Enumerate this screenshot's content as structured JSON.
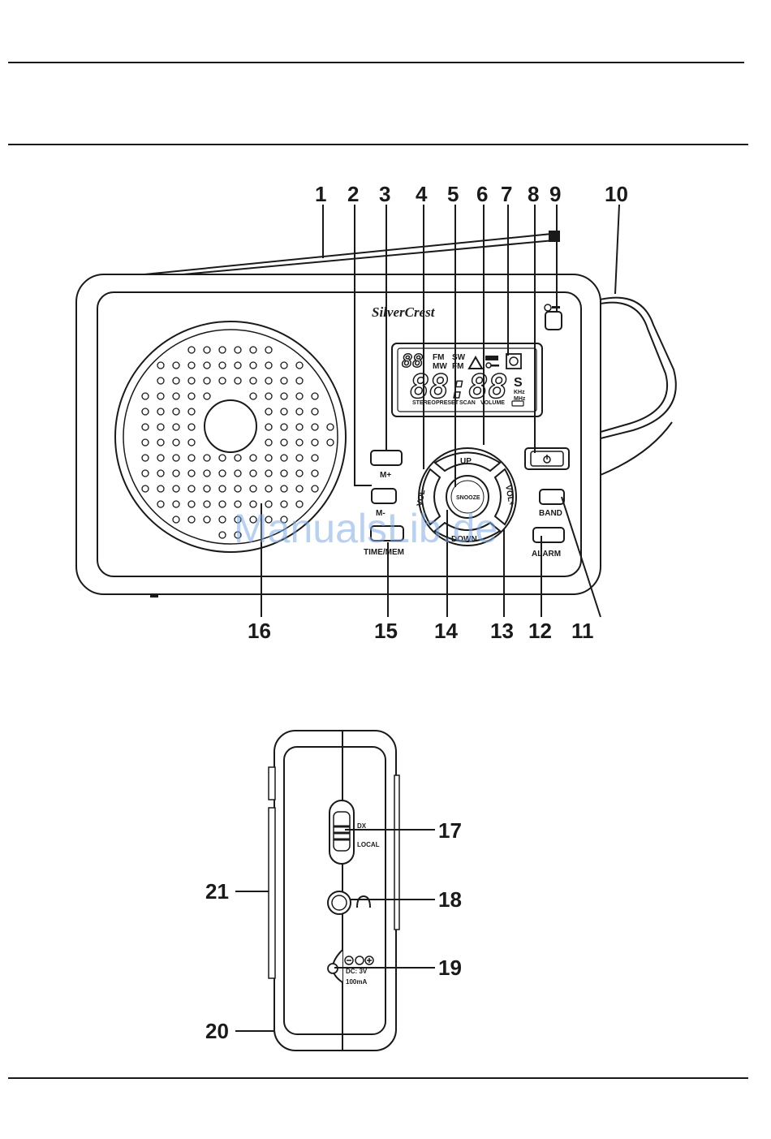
{
  "callouts": {
    "c1": "1",
    "c2": "2",
    "c3": "3",
    "c4": "4",
    "c5": "5",
    "c6": "6",
    "c7": "7",
    "c8": "8",
    "c9": "9",
    "c10": "10",
    "c11": "11",
    "c12": "12",
    "c13": "13",
    "c14": "14",
    "c15": "15",
    "c16": "16",
    "c17": "17",
    "c18": "18",
    "c19": "19",
    "c20": "20",
    "c21": "21"
  },
  "front": {
    "brand": "SilverCrest",
    "buttons": {
      "m_plus": "M+",
      "m_minus": "M-",
      "time_mem": "TIME/MEM",
      "up": "UP",
      "down": "DOWN",
      "vol_minus": "VOL-",
      "vol_plus": "VOL+",
      "snooze": "SNOOZE",
      "band": "BAND",
      "alarm": "ALARM"
    },
    "display": {
      "band_fm": "FM",
      "band_mw": "MW",
      "band_sw": "SW",
      "band_fm2": "FM",
      "digits": "88:88",
      "small_digits": "88",
      "status_s": "S",
      "unit_khz": "KHz",
      "unit_mhz": "MHz",
      "stereo": "STEREO",
      "preset": "PRESET",
      "scan": "SCAN",
      "volume": "VOLUME"
    }
  },
  "side": {
    "switch_dx": "DX",
    "switch_local": "LOCAL",
    "dc_rating": "DC: 3V",
    "current_rating": "100mA"
  },
  "watermark": "ManualsLib.de"
}
